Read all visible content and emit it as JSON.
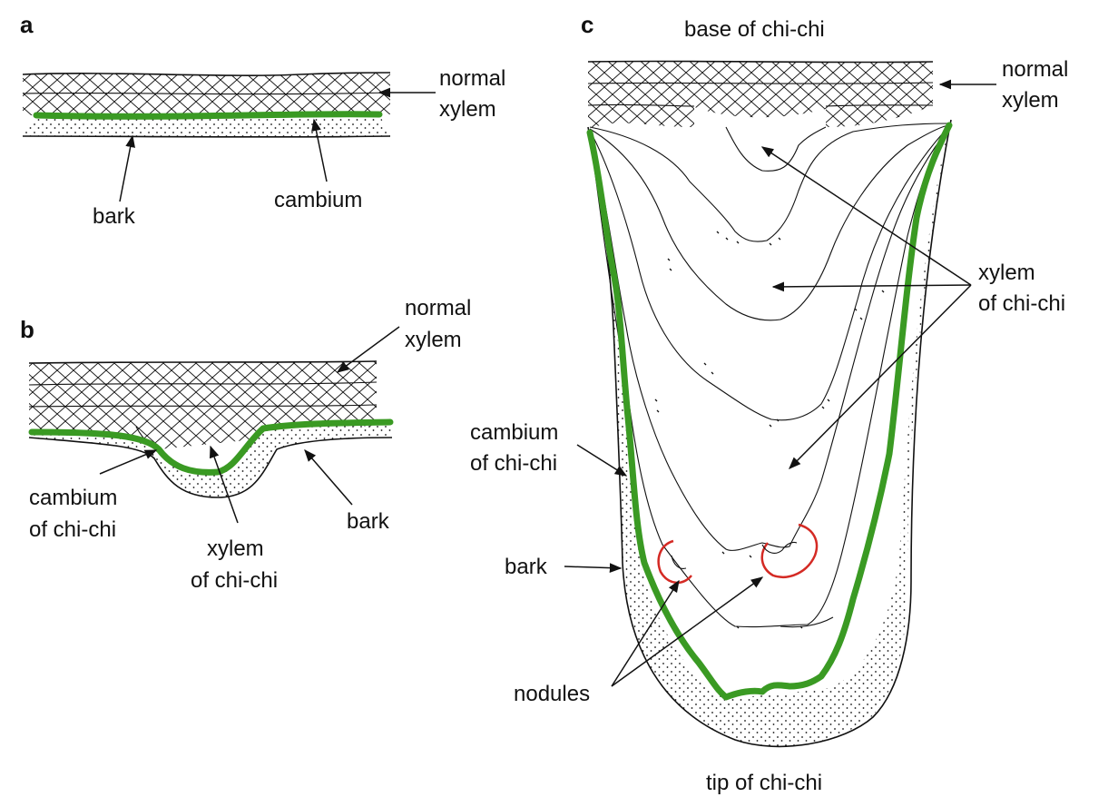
{
  "panels": {
    "a": {
      "letter": "a",
      "normal_xylem_label": [
        "normal",
        "xylem"
      ],
      "cambium_label": "cambium",
      "bark_label": "bark"
    },
    "b": {
      "letter": "b",
      "normal_xylem_label": [
        "normal",
        "xylem"
      ],
      "cambium_label": [
        "cambium",
        "of chi-chi"
      ],
      "xylem_label": [
        "xylem",
        "of chi-chi"
      ],
      "bark_label": "bark"
    },
    "c": {
      "letter": "c",
      "base_label": "base of chi-chi",
      "tip_label": "tip of chi-chi",
      "normal_xylem_label": [
        "normal",
        "xylem"
      ],
      "xylem_label": [
        "xylem",
        "of chi-chi"
      ],
      "cambium_label": [
        "cambium",
        "of chi-chi"
      ],
      "bark_label": "bark",
      "nodules_label": "nodules"
    }
  },
  "colors": {
    "cambium": "#3a9a23",
    "nodule": "#d42a24",
    "line": "#111111"
  }
}
